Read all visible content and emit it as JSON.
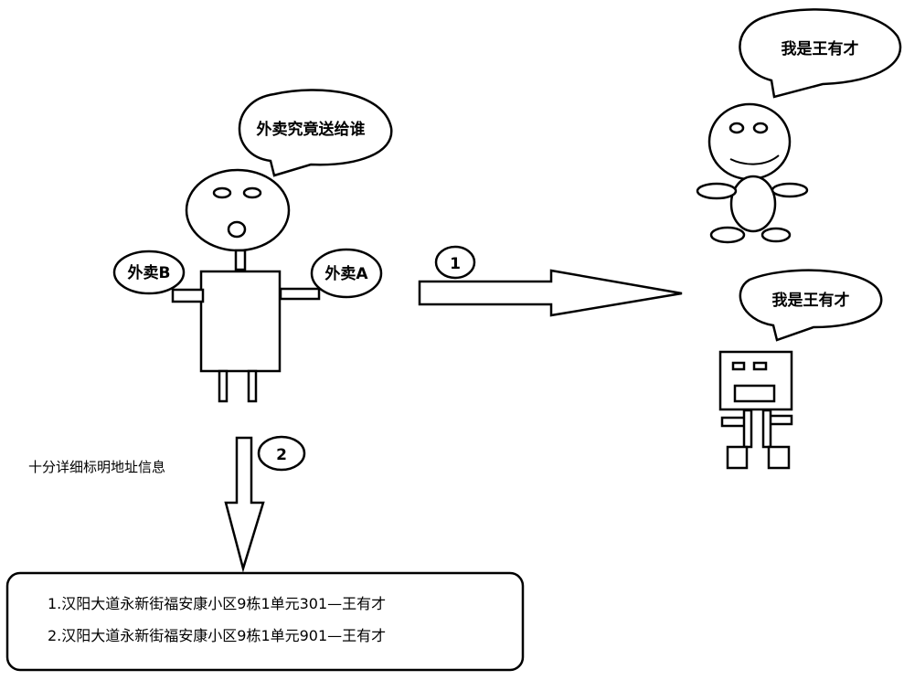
{
  "courier": {
    "thought": "外卖究竟送给谁",
    "left_package": "外卖B",
    "right_package": "外卖A"
  },
  "step1": {
    "number": "1"
  },
  "step2": {
    "number": "2",
    "label": "十分详细标明地址信息"
  },
  "person_top": {
    "speech": "我是王有才"
  },
  "person_bottom": {
    "speech": "我是王有才"
  },
  "address_box": {
    "lines": [
      "1.汉阳大道永新街福安康小区9栋1单元301—王有才",
      "2.汉阳大道永新街福安康小区9栋1单元901—王有才"
    ]
  }
}
